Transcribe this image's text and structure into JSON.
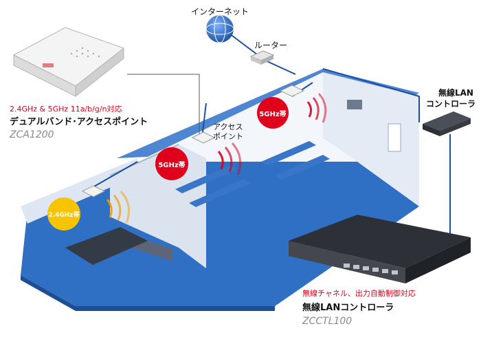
{
  "network": {
    "internet_label": "インターネット",
    "router_label": "ルーター",
    "controller_label_line1": "無線LAN",
    "controller_label_line2": "コントローラ",
    "ap_label_line1": "アクセス",
    "ap_label_line2": "ポイント"
  },
  "bands": {
    "band_a": "5GHz帯",
    "band_b": "5GHz帯",
    "band_c": "2.4GHz帯"
  },
  "product_ap": {
    "spec": "2.4GHz & 5GHz 11a/b/g/n対応",
    "name": "デュアルバンド･アクセスポイント",
    "model": "ZCA1200"
  },
  "product_controller": {
    "spec": "無線チャネル、出力自動制御対応",
    "name": "無線LANコントローラ",
    "model": "ZCCTL100"
  },
  "colors": {
    "accent_red": "#e0001b",
    "cable_blue": "#1a4fa0",
    "floor_blue": "#2f6fc4",
    "wall_light": "#dde6f2"
  }
}
